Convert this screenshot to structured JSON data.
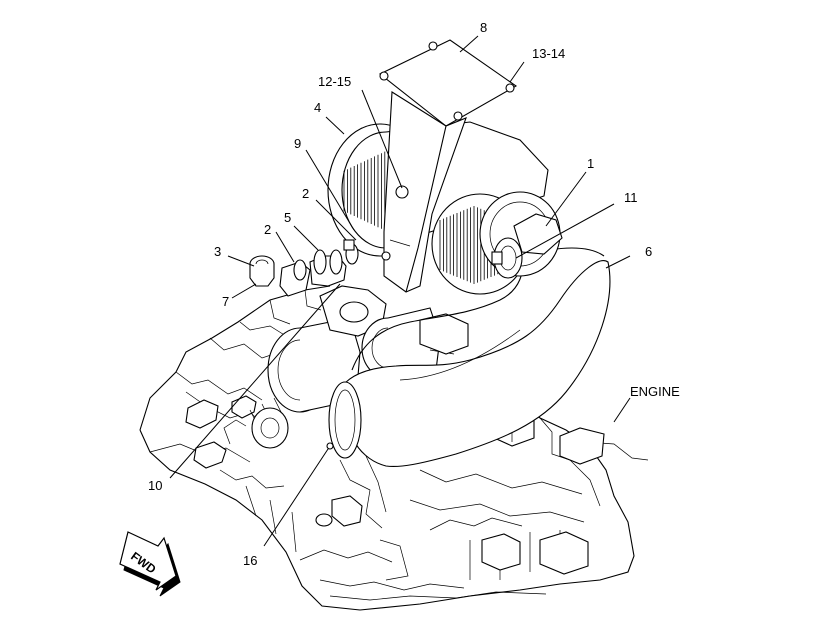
{
  "callouts": {
    "c1": "1",
    "c2a": "2",
    "c2b": "2",
    "c3": "3",
    "c4": "4",
    "c5": "5",
    "c6": "6",
    "c7": "7",
    "c8": "8",
    "c9": "9",
    "c10": "10",
    "c11": "11",
    "c12_15": "12-15",
    "c13_14": "13-14",
    "c16": "16"
  },
  "labels": {
    "engine": "ENGINE",
    "fwd": "FWD"
  }
}
